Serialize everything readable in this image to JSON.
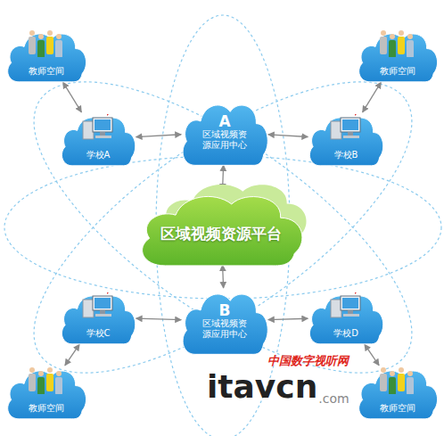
{
  "diagram": {
    "nodes": [
      {
        "text": [
          "教师空间"
        ]
      },
      {
        "text": [
          "教师空间"
        ]
      },
      {
        "text": [
          "学校A"
        ]
      },
      {
        "text": [
          "A",
          "区域视频资源应用中心"
        ]
      },
      {
        "text": [
          "学校B"
        ]
      },
      {
        "text": [
          "区域视频资源平台"
        ]
      },
      {
        "text": [
          "学校C"
        ]
      },
      {
        "text": [
          "B",
          "区域视频资源应用中心"
        ]
      },
      {
        "text": [
          "学校D"
        ]
      },
      {
        "text": [
          "教师空间"
        ]
      },
      {
        "text": [
          "教师空间"
        ]
      }
    ],
    "edges": [
      {
        "from": 0,
        "to": 2,
        "arrow": "both"
      },
      {
        "from": 1,
        "to": 4,
        "arrow": "both"
      },
      {
        "from": 2,
        "to": 3,
        "arrow": "both"
      },
      {
        "from": 3,
        "to": 4,
        "arrow": "both"
      },
      {
        "from": 3,
        "to": 5,
        "arrow": "both"
      },
      {
        "from": 5,
        "to": 7,
        "arrow": "both"
      },
      {
        "from": 6,
        "to": 7,
        "arrow": "both"
      },
      {
        "from": 7,
        "to": 8,
        "arrow": "both"
      },
      {
        "from": 9,
        "to": 6,
        "arrow": "both"
      },
      {
        "from": 10,
        "to": 8,
        "arrow": "both"
      }
    ],
    "labels": [
      "中国数字视听网",
      "itavcn",
      ".com"
    ]
  }
}
